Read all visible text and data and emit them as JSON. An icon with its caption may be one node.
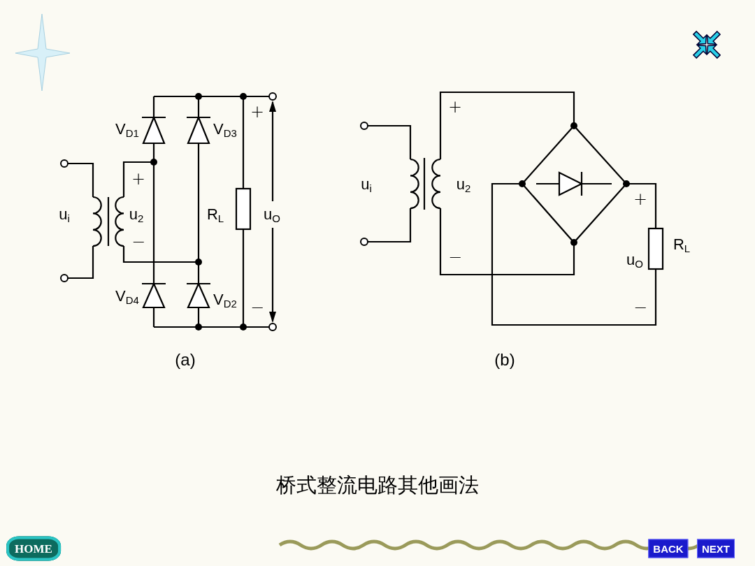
{
  "diagram": {
    "caption": "桥式整流电路其他画法",
    "labels": [
      "V$_{D1}$",
      "V$_{D3}$",
      "+",
      "+",
      "u$_{i}$",
      "u$_{2}$",
      "R$_{L}$",
      "u$_{O}$",
      "−",
      "V$_{D4}$",
      "V$_{D2}$",
      "−",
      "(a)",
      "+",
      "u$_{i}$",
      "u$_{2}$",
      "+",
      "R$_{L}$",
      "u$_{O}$",
      "−",
      "−",
      "(b)",
      "HOME",
      "BACK",
      "NEXT"
    ]
  }
}
